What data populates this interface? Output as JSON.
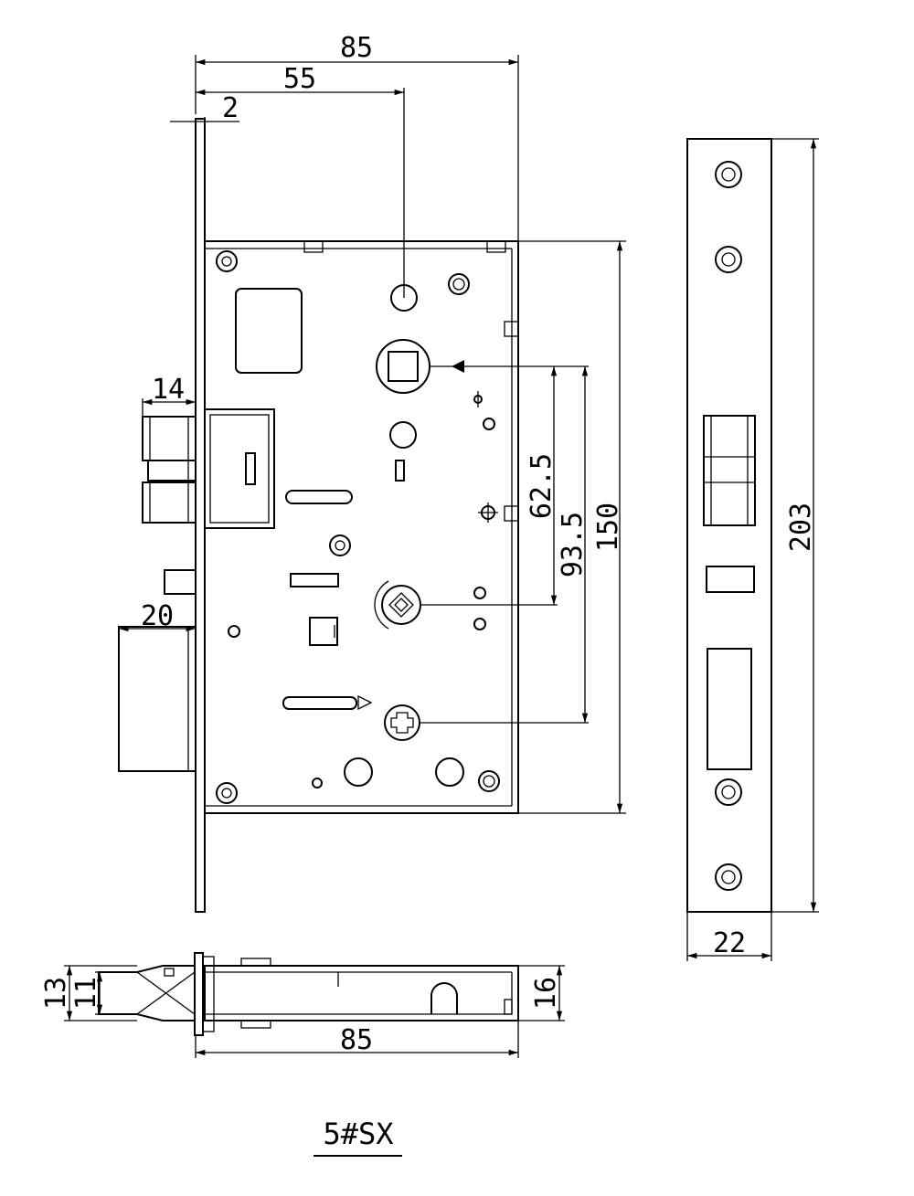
{
  "drawing": {
    "title": "5#SX",
    "front_view": {
      "dimensions": {
        "overall_depth": "85",
        "backset": "55",
        "faceplate_offset": "2",
        "deadbolt_width": "14",
        "latch_width": "20",
        "handle_to_key_center": "62.5",
        "handle_to_lower_center": "93.5",
        "case_height": "150"
      }
    },
    "faceplate_view": {
      "dimensions": {
        "plate_height": "203",
        "plate_width": "22"
      }
    },
    "top_view": {
      "dimensions": {
        "outer_height": "13",
        "inner_height": "11",
        "case_thickness": "16",
        "overall_depth": "85"
      }
    }
  }
}
